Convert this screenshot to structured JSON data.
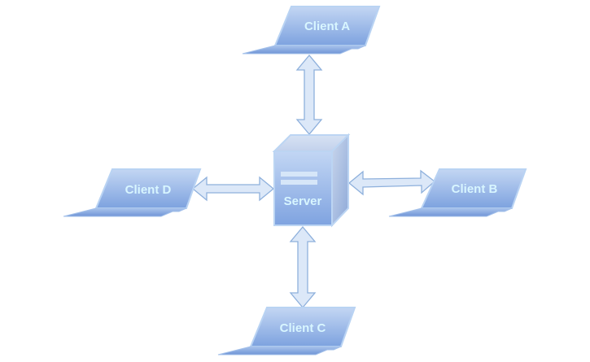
{
  "diagram": {
    "type": "client-server network",
    "server": {
      "label": "Server"
    },
    "clients": [
      {
        "id": "A",
        "label": "Client A",
        "position": "top"
      },
      {
        "id": "B",
        "label": "Client B",
        "position": "right"
      },
      {
        "id": "C",
        "label": "Client C",
        "position": "bottom"
      },
      {
        "id": "D",
        "label": "Client D",
        "position": "left"
      }
    ],
    "connections": [
      {
        "from": "Server",
        "to": "Client A",
        "direction": "bidirectional"
      },
      {
        "from": "Server",
        "to": "Client B",
        "direction": "bidirectional"
      },
      {
        "from": "Server",
        "to": "Client C",
        "direction": "bidirectional"
      },
      {
        "from": "Server",
        "to": "Client D",
        "direction": "bidirectional"
      }
    ],
    "colors": {
      "node_fill_light": "#c6d9f4",
      "node_fill_dark": "#7fa4e0",
      "node_stroke": "#b8d4f4",
      "arrow_fill": "#dce8f8",
      "arrow_stroke": "#8eb0dc",
      "label_text": "#d8f6ff"
    }
  }
}
